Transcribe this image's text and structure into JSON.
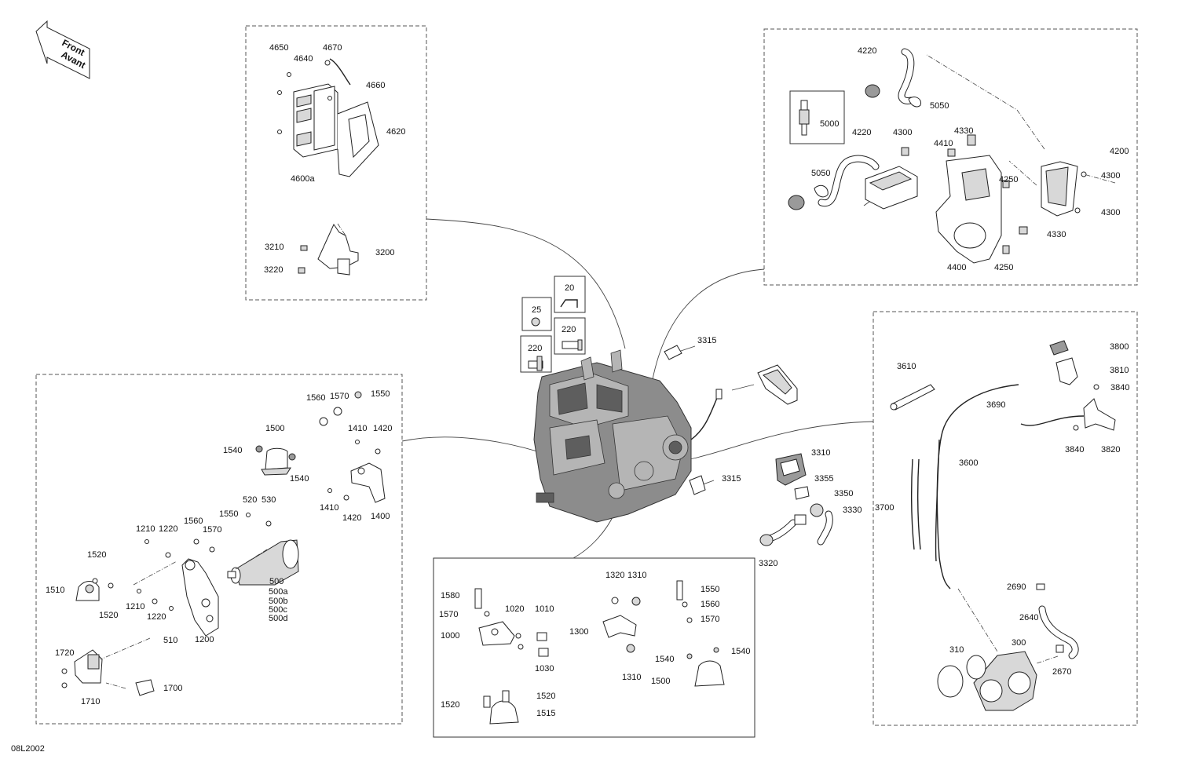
{
  "diagram": {
    "code": "08L2002",
    "front_label": "Front",
    "avant_label": "Avant",
    "labels": [
      "4650",
      "4640",
      "4670",
      "4660",
      "4620",
      "4600a",
      "3210",
      "3200",
      "3220",
      "4220",
      "5050",
      "5000",
      "4220",
      "4300",
      "4330",
      "4410",
      "4200",
      "4300",
      "5050",
      "4250",
      "4300",
      "4330",
      "4400",
      "4250",
      "20",
      "25",
      "220",
      "220",
      "3315",
      "3315",
      "1560",
      "1570",
      "1550",
      "1500",
      "1410",
      "1420",
      "1540",
      "1540",
      "1410",
      "1420",
      "1400",
      "520",
      "530",
      "1210",
      "1220",
      "1560",
      "1550",
      "1570",
      "1520",
      "1510",
      "1520",
      "1210",
      "1220",
      "510",
      "1200",
      "500",
      "500a",
      "500b",
      "500c",
      "500d",
      "1720",
      "1710",
      "1700",
      "3310",
      "3355",
      "3350",
      "3330",
      "3320",
      "3800",
      "3610",
      "3810",
      "3840",
      "3690",
      "3600",
      "3840",
      "3820",
      "3700",
      "2690",
      "2640",
      "310",
      "300",
      "2670",
      "1320",
      "1310",
      "1550",
      "1580",
      "1570",
      "1020",
      "1010",
      "1560",
      "1300",
      "1570",
      "1000",
      "1540",
      "1540",
      "1310",
      "1030",
      "1500",
      "1520",
      "1520",
      "1515"
    ]
  }
}
